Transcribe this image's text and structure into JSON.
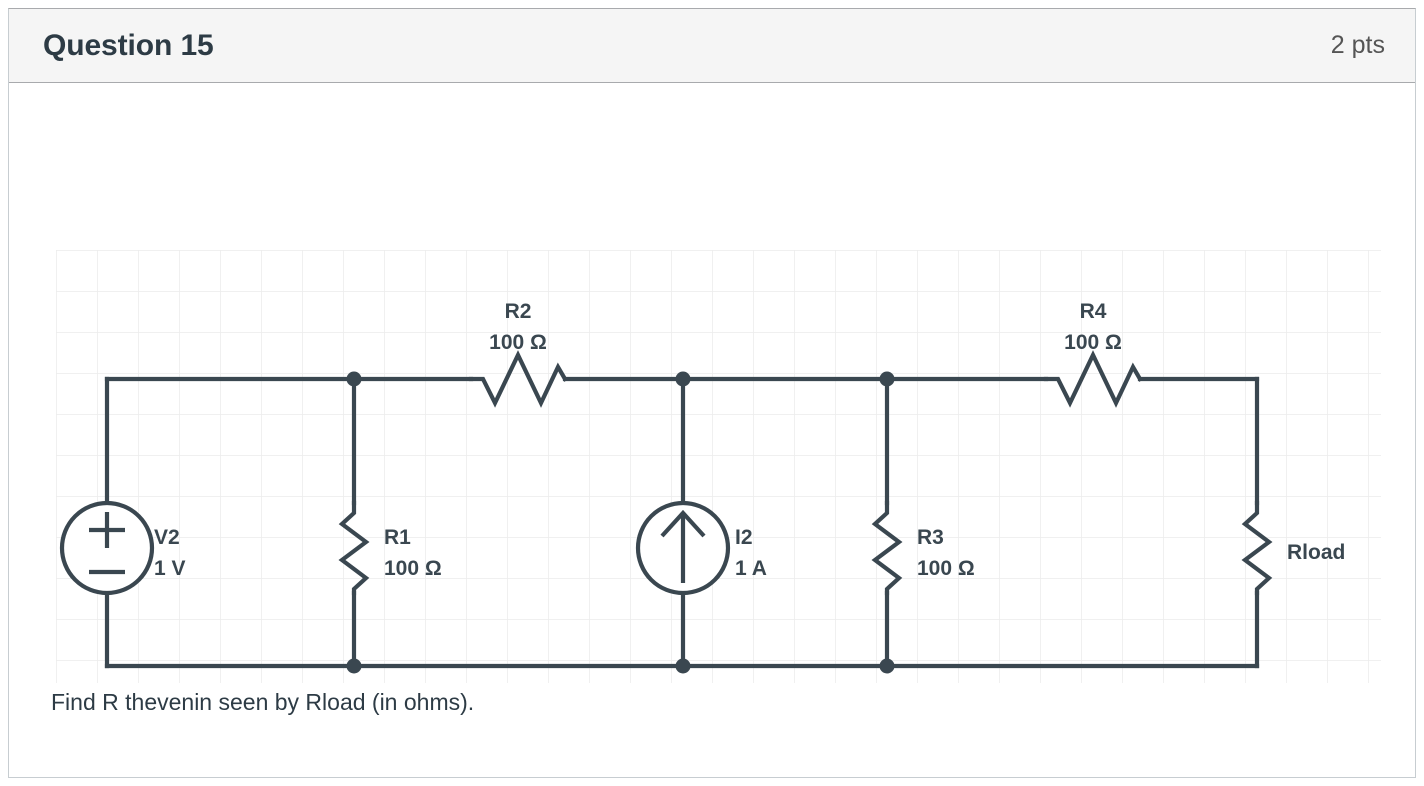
{
  "header": {
    "title": "Question 15",
    "points": "2 pts"
  },
  "prompt": "Find R thevenin seen by Rload (in ohms).",
  "colors": {
    "wire": "#3a4750",
    "grid": "#ececec",
    "header_bg": "#f5f5f5",
    "border": "#a8aaad",
    "text": "#2d3b45",
    "points_text": "#555555"
  },
  "circuit": {
    "title": "resistive-network-with-source",
    "components": [
      {
        "id": "V2",
        "type": "voltage-source",
        "name": "V2",
        "value": "1 V",
        "plus": "+",
        "minus": "−"
      },
      {
        "id": "R1",
        "type": "resistor",
        "name": "R1",
        "value": "100 Ω"
      },
      {
        "id": "R2",
        "type": "resistor",
        "name": "R2",
        "value": "100 Ω"
      },
      {
        "id": "I2",
        "type": "current-source",
        "name": "I2",
        "value": "1 A",
        "direction": "up"
      },
      {
        "id": "R3",
        "type": "resistor",
        "name": "R3",
        "value": "100 Ω"
      },
      {
        "id": "R4",
        "type": "resistor",
        "name": "R4",
        "value": "100 Ω"
      },
      {
        "id": "Rload",
        "type": "resistor",
        "name": "Rload",
        "value": ""
      }
    ]
  }
}
